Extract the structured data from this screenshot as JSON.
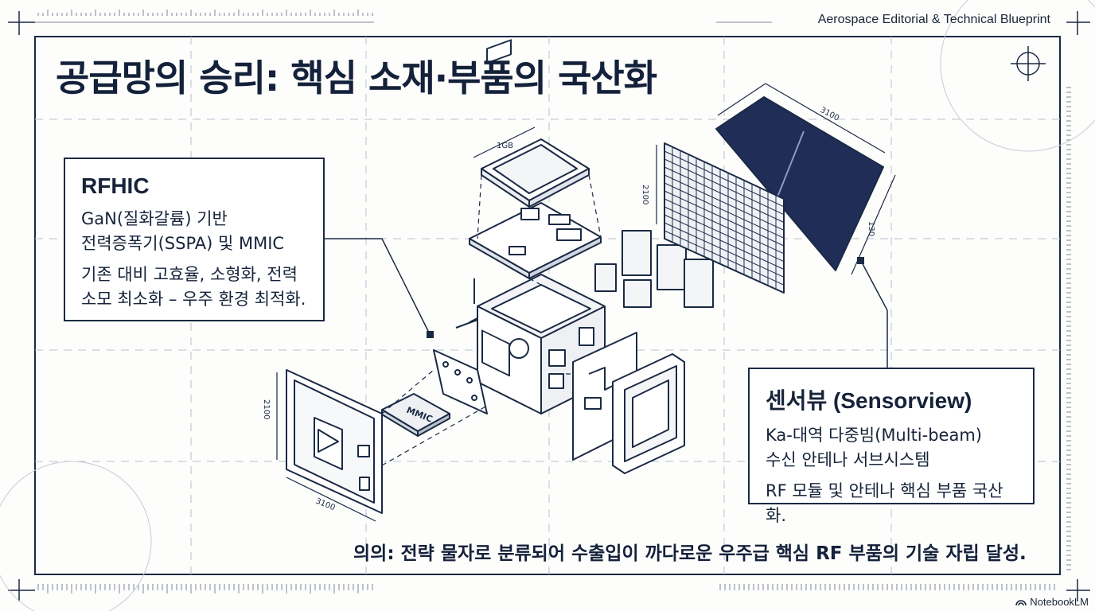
{
  "header_label": "Aerospace Editorial & Technical Blueprint",
  "title": "공급망의 승리: 핵심 소재·부품의 국산화",
  "rfhic": {
    "name": "RFHIC",
    "line1": "GaN(질화갈륨) 기반",
    "line2": "전력증폭기(SSPA) 및 MMIC",
    "line3": "기존 대비 고효율, 소형화, 전력",
    "line4": "소모 최소화 – 우주 환경 최적화."
  },
  "sensorview": {
    "name": "센서뷰 (Sensorview)",
    "line1": "Ka-대역 다중빔(Multi-beam)",
    "line2": "수신 안테나 서브시스템",
    "line3": "RF 모듈 및 안테나 핵심 부품 국산화."
  },
  "diagram_labels": {
    "mmic_chip": "MMIC",
    "dim_top": "1GB",
    "dim_panel_top": "3100",
    "dim_panel_side": "2100",
    "dim_panel_right": "130",
    "dim_board_side": "2100",
    "dim_board_bottom": "3100"
  },
  "significance": "의의: 전략 물자로 분류되어 수출입이 까다로운 우주급 핵심 RF 부품의 기술 자립 달성.",
  "logo_text": "NotebookLM",
  "colors": {
    "ink": "#1b2a44",
    "panel": "#1f2d57",
    "paper": "#fdfdfc"
  }
}
